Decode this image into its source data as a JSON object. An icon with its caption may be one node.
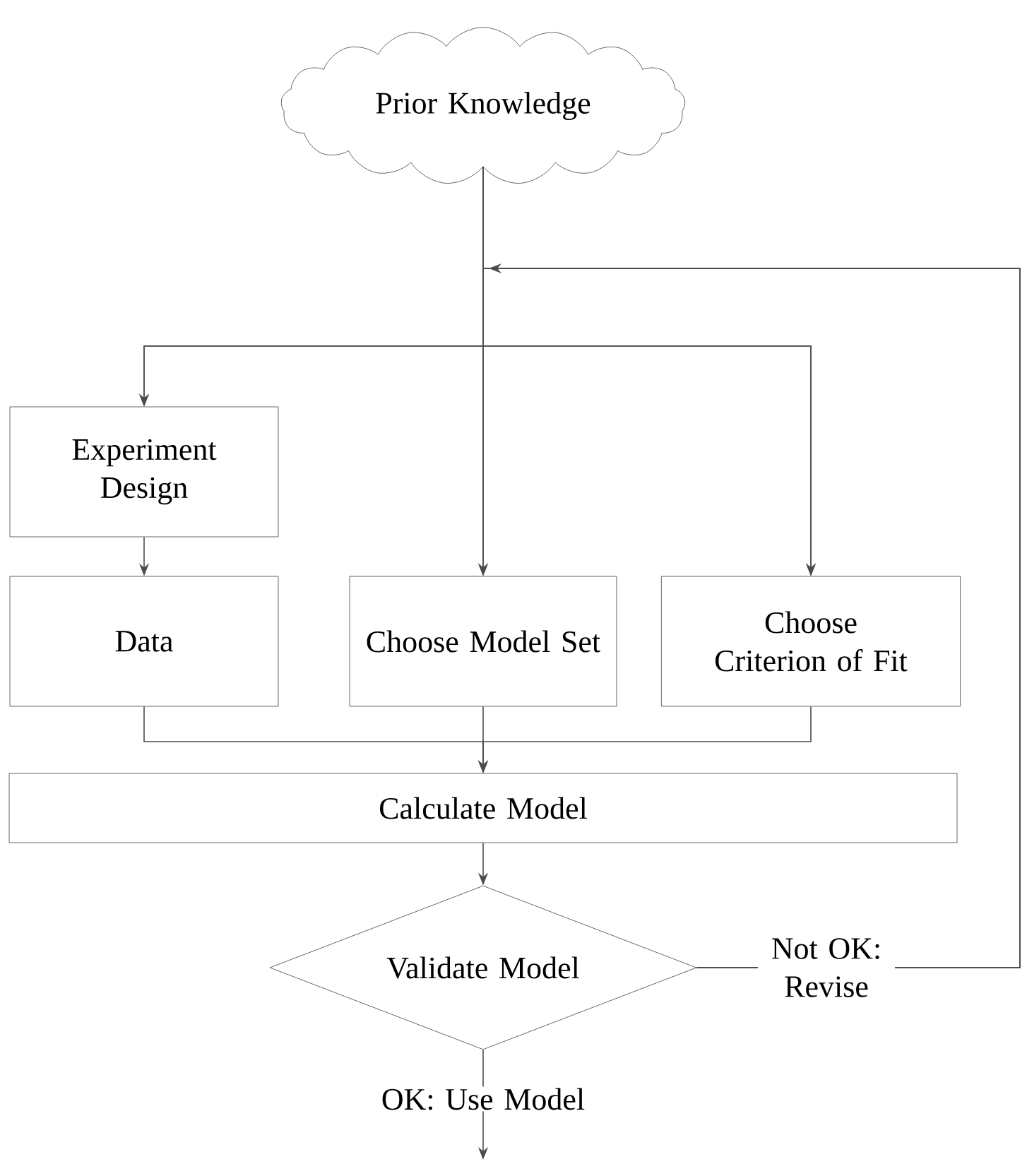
{
  "diagram": {
    "nodes": [
      {
        "text": [
          "Prior Knowledge"
        ]
      },
      {
        "text": [
          "Experiment Design"
        ]
      },
      {
        "text": [
          "Data"
        ]
      },
      {
        "text": [
          "Choose Model Set"
        ]
      },
      {
        "text": [
          "Choose Criterion of Fit"
        ]
      },
      {
        "text": [
          "Calculate Model"
        ]
      },
      {
        "text": [
          "Validate Model"
        ]
      }
    ],
    "edges": [
      {
        "from": 0,
        "to": 1,
        "arrow": "to"
      },
      {
        "from": 0,
        "to": 3,
        "arrow": "to"
      },
      {
        "from": 0,
        "to": 4,
        "arrow": "to"
      },
      {
        "from": 1,
        "to": 2,
        "arrow": "to"
      },
      {
        "from": 2,
        "to": 5,
        "arrow": "to"
      },
      {
        "from": 3,
        "to": 5,
        "arrow": "to"
      },
      {
        "from": 4,
        "to": 5,
        "arrow": "to"
      },
      {
        "from": 5,
        "to": 6,
        "arrow": "to"
      },
      {
        "from": 6,
        "to": 3,
        "arrow": "to",
        "label": "Not OK: Revise"
      },
      {
        "from": 6,
        "to": 1,
        "arrow": "to"
      },
      {
        "from": 6,
        "to": 4,
        "arrow": "to"
      },
      {
        "from": 6,
        "to": null,
        "arrow": "to",
        "label": "OK: Use Model"
      }
    ]
  }
}
